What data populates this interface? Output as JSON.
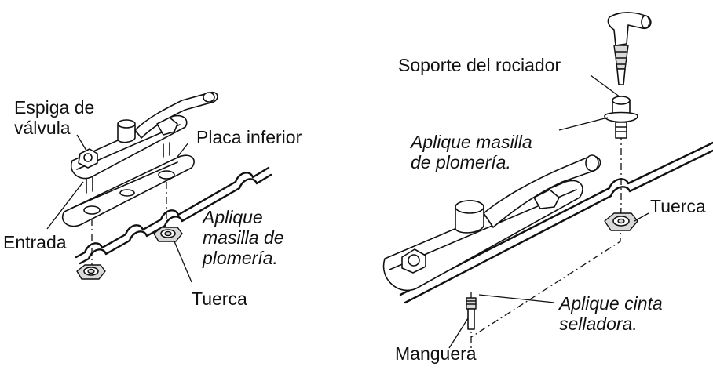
{
  "left_assembly": {
    "labels": {
      "valve_stem": "Espiga de\nválvula",
      "base_plate": "Placa inferior",
      "apply_putty": "Aplique\nmasilla de\nplomería.",
      "inlet": "Entrada",
      "nut": "Tuerca"
    }
  },
  "right_assembly": {
    "labels": {
      "sprayer_support": "Soporte del rociador",
      "apply_putty": "Aplique masilla\nde plomería.",
      "nut": "Tuerca",
      "apply_tape": "Aplique cinta\nselladora.",
      "hose": "Manguera"
    }
  }
}
